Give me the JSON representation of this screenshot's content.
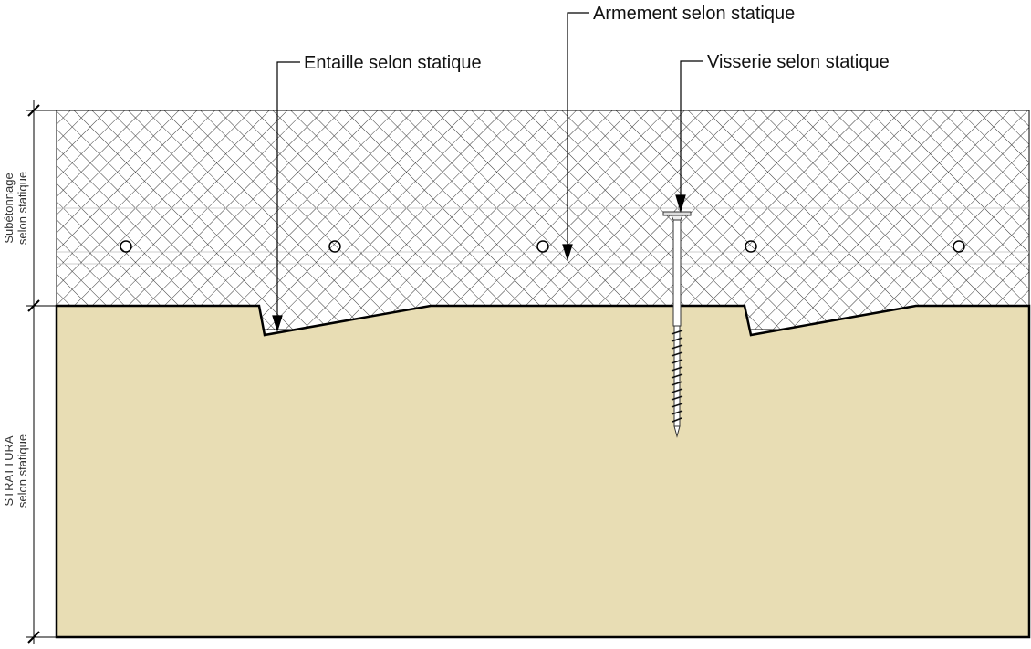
{
  "labels": {
    "notch": "Entaille selon statique",
    "reinforcement": "Armement selon statique",
    "screws": "Visserie selon statique"
  },
  "dimensions": {
    "topping_line1": "Subétonnage",
    "topping_line2": "selon statique",
    "slab_line1": "STRATTURA",
    "slab_line2": "selon statique"
  },
  "colors": {
    "wood": "#e8ddb4",
    "hatch": "#3a3a3a",
    "outline": "#000000"
  }
}
